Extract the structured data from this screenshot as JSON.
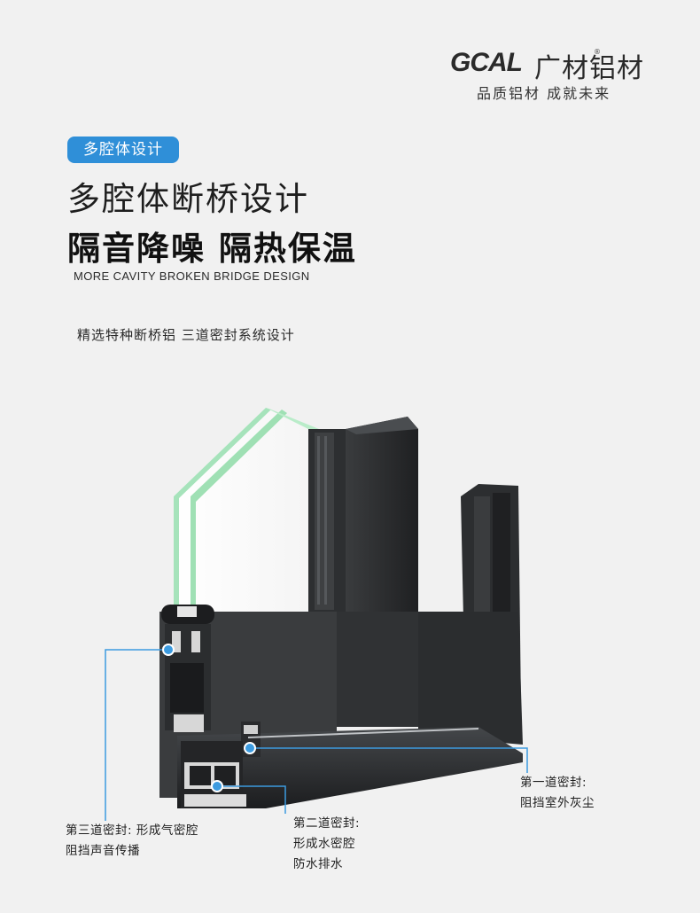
{
  "brand": {
    "logo_mark": "GCAL",
    "logo_cn": "广材铝材",
    "registered": "®",
    "slogan": "品质铝材 成就未来"
  },
  "header": {
    "badge": "多腔体设计",
    "title": "多腔体断桥设计",
    "subtitle": "隔音降噪 隔热保温",
    "english": "MORE CAVITY BROKEN BRIDGE DESIGN",
    "description": "精选特种断桥铝 三道密封系统设计"
  },
  "callouts": {
    "seal_1": {
      "line1": "第一道密封:",
      "line2": "阻挡室外灰尘"
    },
    "seal_2": {
      "line1": "第二道密封:",
      "line2": "形成水密腔",
      "line3": "防水排水"
    },
    "seal_3": {
      "line1": "第三道密封: 形成气密腔",
      "line2": "阻挡声音传播"
    }
  },
  "colors": {
    "accent_blue": "#2f8fd8",
    "callout_blue": "#3c9be0",
    "frame_dark": "#2b2d2f",
    "glass_green": "#9fe0b4",
    "background": "#f1f1f1"
  },
  "icons": [
    "gcal-logo-icon",
    "seal-point-icon"
  ]
}
